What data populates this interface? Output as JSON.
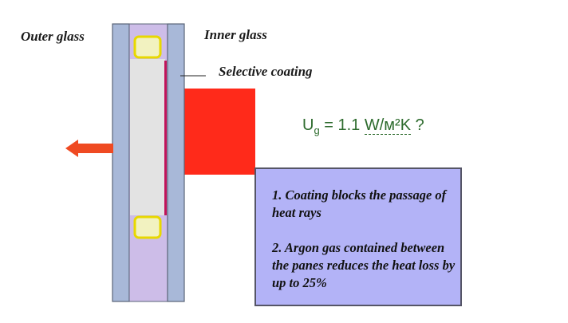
{
  "labels": {
    "outer_glass": "Outer glass",
    "inner_glass": "Inner glass",
    "selective_coating": "Selective coating"
  },
  "u_value": {
    "symbol": "U",
    "subscript": "g",
    "equals": "= 1.1",
    "unit": "W/м²K",
    "suffix": "?"
  },
  "info_box": {
    "point_1": "1. Coating blocks the passage of heat rays",
    "point_2": "2. Argon gas contained between the panes reduces the heat loss by up to 25%"
  },
  "colors": {
    "glass": "#a8b8d8",
    "gas_gap": "#e3e3e3",
    "spacer_frame": "#cdbde8",
    "spacer": "#f2f2c0",
    "coating": "#c0135a",
    "heat": "#ff2a1a",
    "arrow": "#ef4a22",
    "u_value_text": "#2d6b2d",
    "info_box_bg": "#b3b3f7"
  }
}
